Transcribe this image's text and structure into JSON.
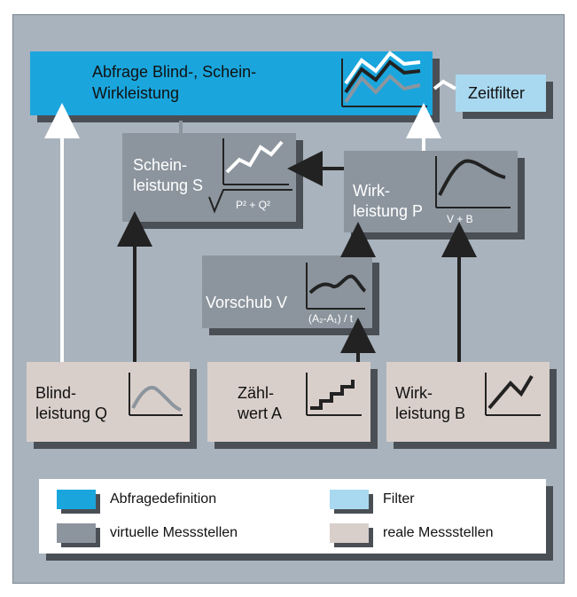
{
  "boxes": {
    "query": {
      "label_line1": "Abfrage Blind-, Schein-",
      "label_line2": "Wirkleistung"
    },
    "filter": {
      "label": "Zeitfilter"
    },
    "schein": {
      "label_line1": "Schein-",
      "label_line2": "leistung S",
      "formula": "P² + Q²"
    },
    "wirk_p": {
      "label_line1": "Wirk-",
      "label_line2": "leistung P",
      "formula": "V + B"
    },
    "vorschub": {
      "label": "Vorschub V",
      "formula": "(A₂-A₁) / t"
    },
    "blind_q": {
      "label_line1": "Blind-",
      "label_line2": "leistung Q"
    },
    "zaehl_a": {
      "label_line1": "Zähl-",
      "label_line2": "wert A"
    },
    "wirk_b": {
      "label_line1": "Wirk-",
      "label_line2": "leistung B"
    }
  },
  "legend": {
    "query": "Abfragedefinition",
    "filter": "Filter",
    "virtual": "virtuelle Messstellen",
    "real": "reale Messstellen"
  },
  "colors": {
    "query": "#1aa6dd",
    "filter": "#a9d9f0",
    "virtual": "#8c959e",
    "real": "#d9cfca"
  }
}
